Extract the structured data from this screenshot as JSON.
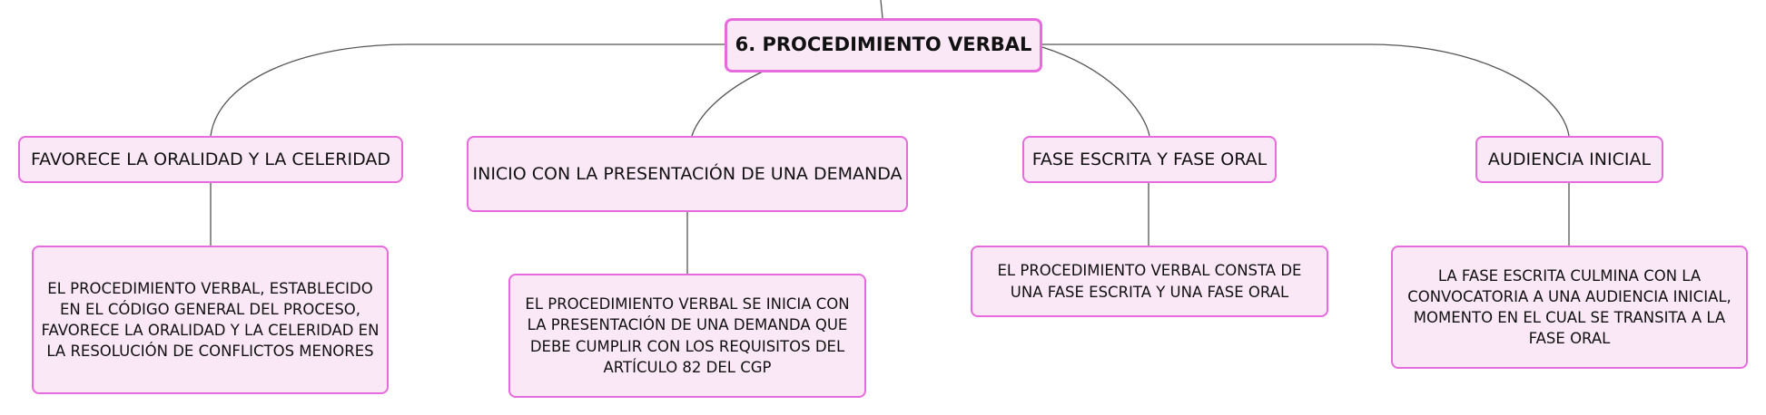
{
  "colors": {
    "node_fill": "#fbe8f7",
    "node_border": "#e66bdc",
    "line": "#555555"
  },
  "root": {
    "label": "6. PROCEDIMIENTO VERBAL"
  },
  "branches": [
    {
      "label": "FAVORECE LA ORALIDAD Y LA CELERIDAD",
      "detail": "EL PROCEDIMIENTO VERBAL, ESTABLECIDO EN EL CÓDIGO GENERAL DEL PROCESO, FAVORECE LA ORALIDAD Y LA CELERIDAD EN LA RESOLUCIÓN DE CONFLICTOS MENORES"
    },
    {
      "label": "INICIO CON LA PRESENTACIÓN DE UNA DEMANDA",
      "detail": "EL PROCEDIMIENTO VERBAL SE INICIA CON LA PRESENTACIÓN DE UNA DEMANDA QUE DEBE CUMPLIR CON LOS REQUISITOS DEL ARTÍCULO 82 DEL CGP"
    },
    {
      "label": "FASE ESCRITA Y FASE ORAL",
      "detail": "EL PROCEDIMIENTO VERBAL CONSTA DE UNA FASE ESCRITA Y UNA FASE ORAL"
    },
    {
      "label": "AUDIENCIA INICIAL",
      "detail": "LA FASE ESCRITA CULMINA CON LA CONVOCATORIA A UNA AUDIENCIA INICIAL, MOMENTO EN EL CUAL SE TRANSITA A LA FASE ORAL"
    }
  ]
}
